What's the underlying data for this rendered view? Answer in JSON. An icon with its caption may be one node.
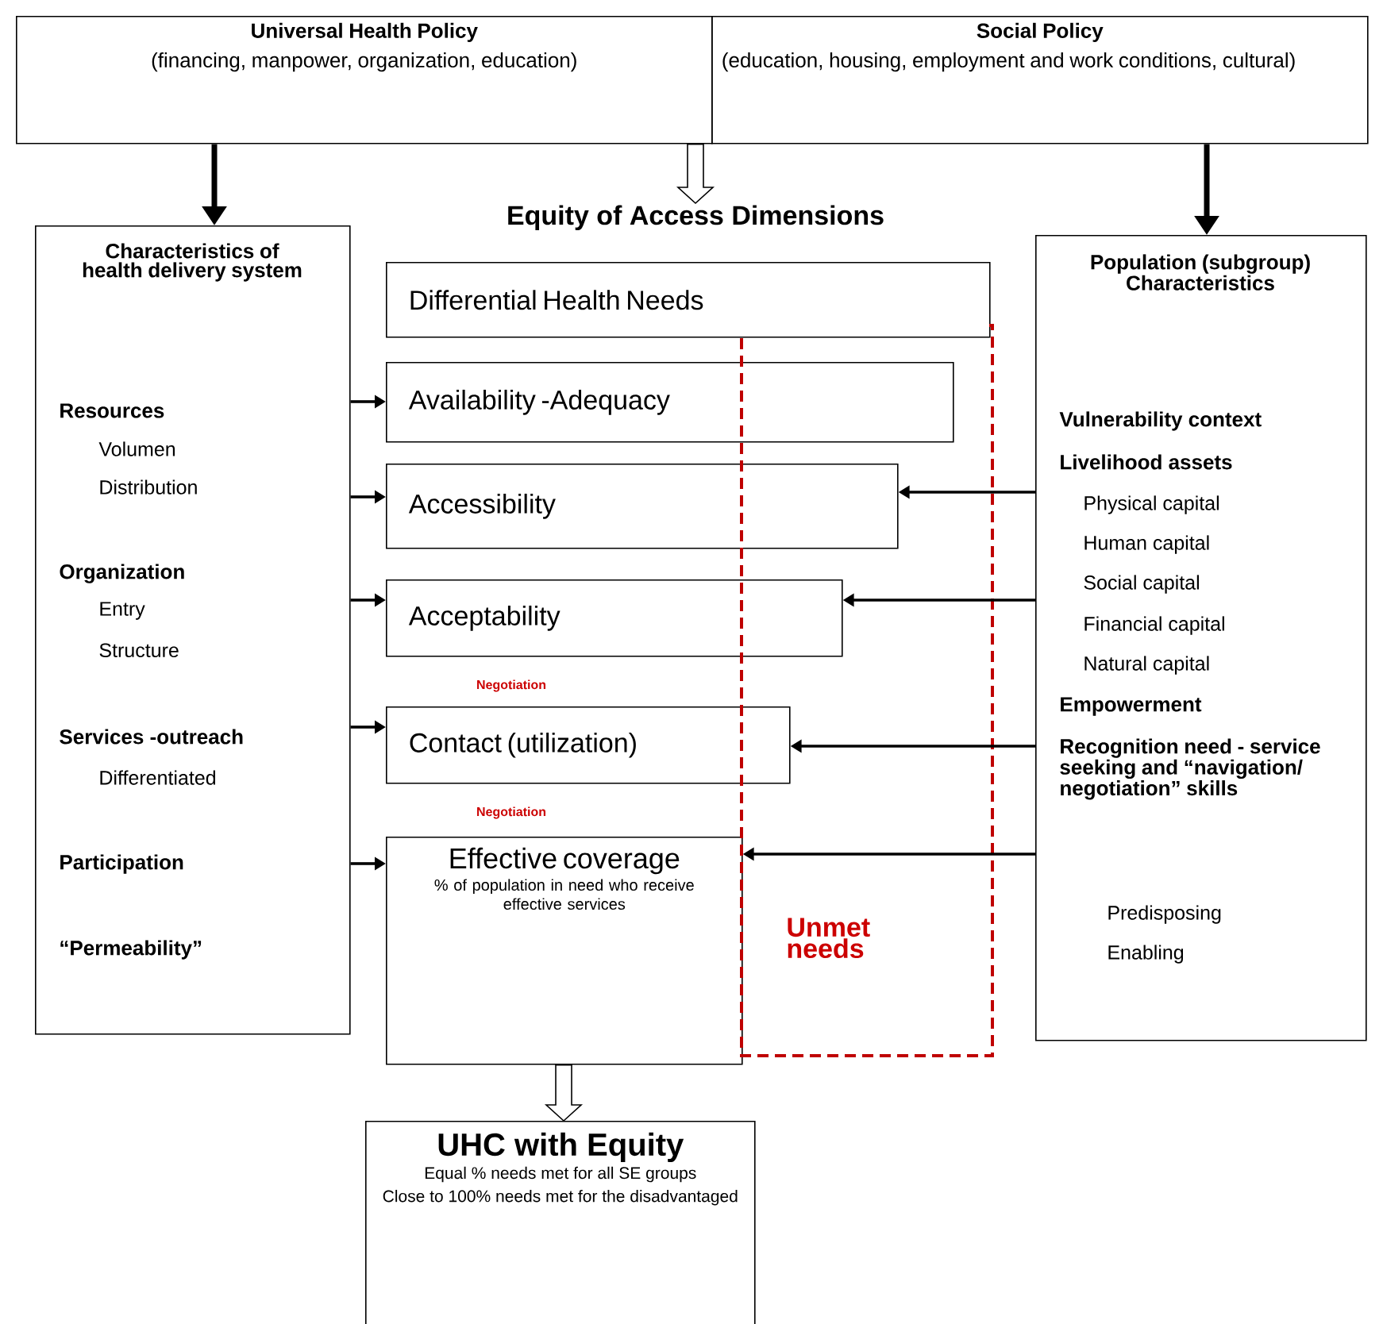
{
  "diagram": {
    "nodes": [
      {
        "text": [
          "Universal Health Policy",
          "(financing, manpower, organization, education)"
        ]
      },
      {
        "text": [
          "Social Policy",
          "(education, housing, employment and work conditions, cultural)"
        ]
      },
      {
        "text": [
          "Characteristics of health delivery system",
          "Resources",
          "Volumen",
          "Distribution",
          "Organization",
          "Entry",
          "Structure",
          "Services -outreach",
          "Differentiated",
          "Participation",
          "“Permeability”"
        ]
      },
      {
        "text": [
          "Equity of Access Dimensions"
        ]
      },
      {
        "text": [
          "Differential Health Needs"
        ]
      },
      {
        "text": [
          "Availability -Adequacy"
        ]
      },
      {
        "text": [
          "Accessibility"
        ]
      },
      {
        "text": [
          "Acceptability"
        ]
      },
      {
        "text": [
          "Contact (utilization)"
        ]
      },
      {
        "text": [
          "Effective coverage",
          "% of population in need who receive effective services"
        ]
      },
      {
        "text": [
          "UHC with Equity",
          "Equal % needs met for all SE groups",
          "Close to 100% needs met for the disadvantaged"
        ]
      },
      {
        "text": [
          "Population (subgroup) Characteristics",
          "Vulnerability context",
          "Livelihood assets",
          "Physical capital",
          "Human capital",
          "Social capital",
          "Financial capital",
          "Natural capital",
          "Empowerment",
          "Recognition need - service seeking and “navigation/ negotiation” skills",
          "Predisposing",
          "Enabling"
        ]
      },
      {
        "text": [
          "Unmet needs"
        ]
      }
    ],
    "edges": [
      {
        "from": 0,
        "to": 2,
        "arrow": "to",
        "style": "thick"
      },
      {
        "from": 0,
        "to": 3,
        "arrow": "to",
        "style": "thick",
        "color": "#ffffff"
      },
      {
        "from": 1,
        "to": 11,
        "arrow": "to",
        "style": "thick"
      },
      {
        "from": 2,
        "to": 5,
        "arrow": "to"
      },
      {
        "from": 2,
        "to": 6,
        "arrow": "to"
      },
      {
        "from": 2,
        "to": 7,
        "arrow": "to"
      },
      {
        "from": 2,
        "to": 8,
        "arrow": "to"
      },
      {
        "from": 2,
        "to": 9,
        "arrow": "to"
      },
      {
        "from": 11,
        "to": 6,
        "arrow": "to"
      },
      {
        "from": 11,
        "to": 7,
        "arrow": "to"
      },
      {
        "from": 11,
        "to": 8,
        "arrow": "to"
      },
      {
        "from": 11,
        "to": 9,
        "arrow": "to"
      },
      {
        "from": 9,
        "to": 10,
        "arrow": "to",
        "style": "thick",
        "color": "#ffffff"
      }
    ],
    "labels": [
      "Negotiation",
      "Negotiation"
    ]
  }
}
